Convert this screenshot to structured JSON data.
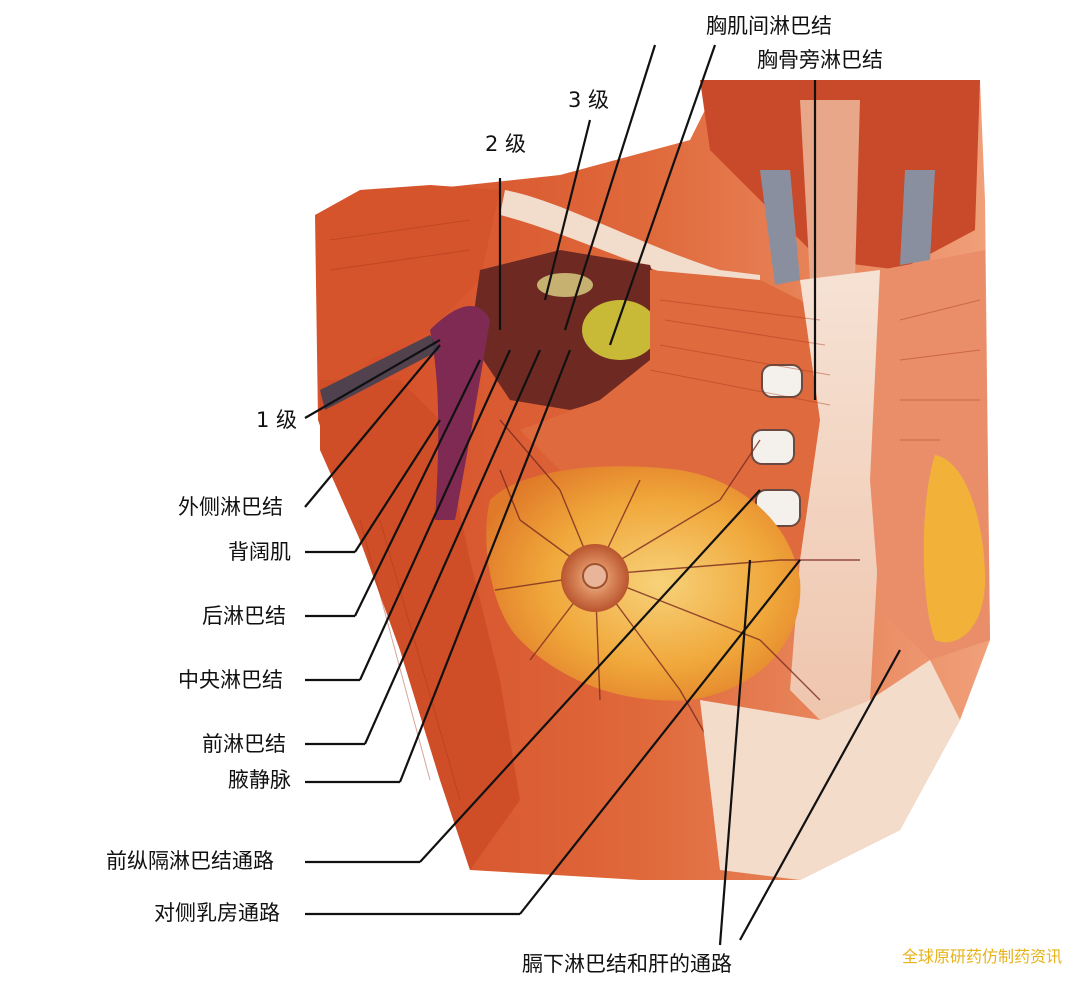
{
  "labels": {
    "interpectoral_nodes": "胸肌间淋巴结",
    "parasternal_nodes": "胸骨旁淋巴结",
    "level_3": "3 级",
    "level_2": "2 级",
    "level_1": "1 级",
    "lateral_nodes": "外侧淋巴结",
    "latissimus_dorsi": "背阔肌",
    "posterior_nodes": "后淋巴结",
    "central_nodes": "中央淋巴结",
    "anterior_nodes": "前淋巴结",
    "axillary_vein": "腋静脉",
    "anterior_mediastinal_route": "前纵隔淋巴结通路",
    "contralateral_breast_route": "对侧乳房通路",
    "subdiaphragmatic_liver_route": "膈下淋巴结和肝的通路"
  },
  "watermark": "全球原研药仿制药资讯",
  "colors": {
    "muscle": "#d9542e",
    "muscle_dark": "#b83a1c",
    "muscle_light": "#ec8a5c",
    "fat": "#f2b33a",
    "fat_light": "#f7cf6a",
    "skin": "#f3d3bf",
    "pectoralis_shadow": "#6e2a22",
    "vessel": "#7e2a52",
    "leader": "#111111",
    "watermark": "#e8b21a"
  }
}
